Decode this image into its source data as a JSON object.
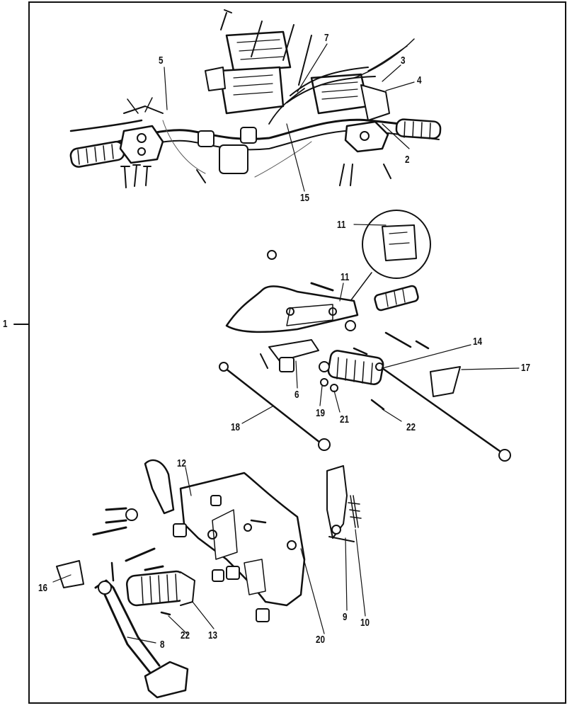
{
  "diagram": {
    "callouts": {
      "c1": "1",
      "c2": "2",
      "c3": "3",
      "c4": "4",
      "c5": "5",
      "c6": "6",
      "c7": "7",
      "c8": "8",
      "c9": "9",
      "c10": "10",
      "c11a": "11",
      "c11b": "11",
      "c12": "12",
      "c13": "13",
      "c14": "14",
      "c15": "15",
      "c16": "16",
      "c17": "17",
      "c18": "18",
      "c19": "19",
      "c20": "20",
      "c21": "21",
      "c22a": "22",
      "c22b": "22"
    }
  }
}
